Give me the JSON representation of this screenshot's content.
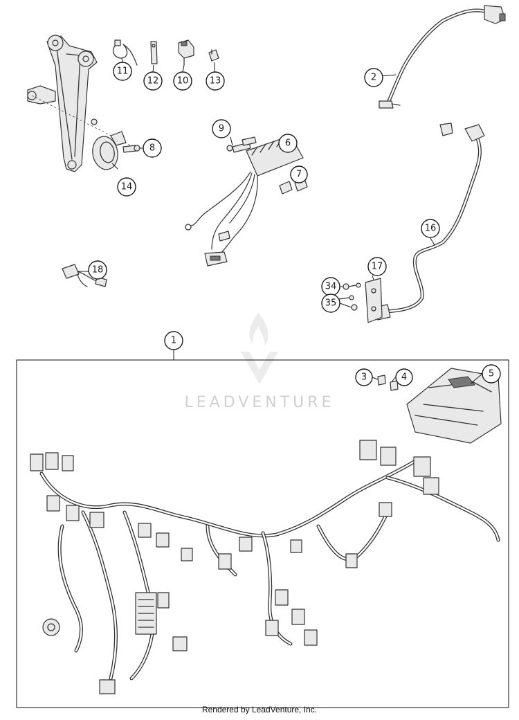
{
  "callouts": [
    {
      "id": "1",
      "label": "1"
    },
    {
      "id": "2",
      "label": "2"
    },
    {
      "id": "3",
      "label": "3"
    },
    {
      "id": "4",
      "label": "4"
    },
    {
      "id": "5",
      "label": "5"
    },
    {
      "id": "6",
      "label": "6"
    },
    {
      "id": "7",
      "label": "7"
    },
    {
      "id": "8",
      "label": "8"
    },
    {
      "id": "9",
      "label": "9"
    },
    {
      "id": "10",
      "label": "10"
    },
    {
      "id": "11",
      "label": "11"
    },
    {
      "id": "12",
      "label": "12"
    },
    {
      "id": "13",
      "label": "13"
    },
    {
      "id": "14",
      "label": "14"
    },
    {
      "id": "16",
      "label": "16"
    },
    {
      "id": "17",
      "label": "17"
    },
    {
      "id": "18",
      "label": "18"
    },
    {
      "id": "34",
      "label": "34"
    },
    {
      "id": "35",
      "label": "35"
    }
  ],
  "watermark": {
    "text": "LEADVENTURE",
    "logo": "leadventure-flame-logo"
  },
  "footer": {
    "text": "Rendered by LeadVenture, Inc."
  }
}
